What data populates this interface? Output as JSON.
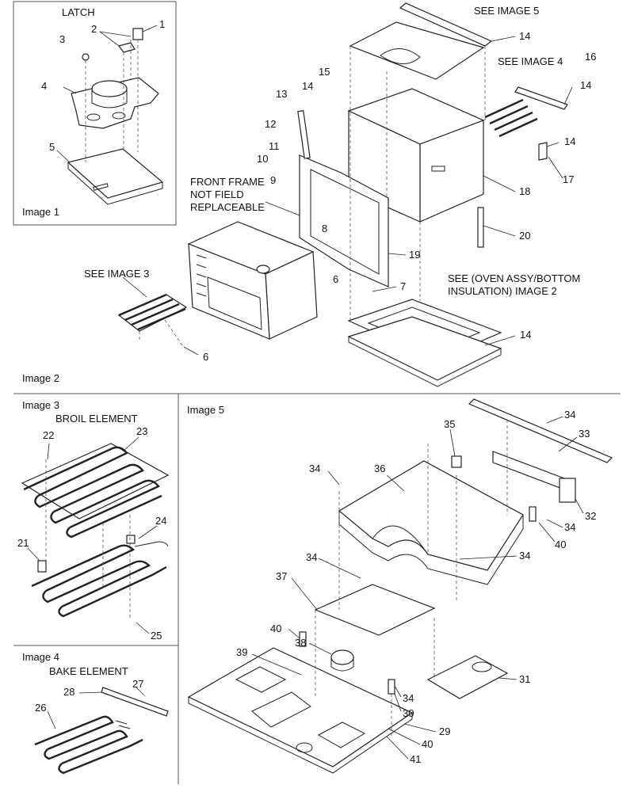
{
  "panels": {
    "image1": {
      "title": "LATCH",
      "caption": "Image 1"
    },
    "image2": {
      "caption": "Image 2"
    },
    "image3": {
      "caption": "Image 3",
      "title": "BROIL ELEMENT"
    },
    "image4": {
      "caption": "Image 4",
      "title": "BAKE ELEMENT"
    },
    "image5": {
      "caption": "Image 5"
    }
  },
  "notes": {
    "see_image_5": "SEE IMAGE 5",
    "see_image_4": "SEE IMAGE 4",
    "see_image_3": "SEE IMAGE 3",
    "front_frame_1": "FRONT FRAME",
    "front_frame_2": "NOT FIELD",
    "front_frame_3": "REPLACEABLE",
    "see_oven_1": "SEE (OVEN ASSY/BOTTOM",
    "see_oven_2": "INSULATION) IMAGE 2"
  },
  "callouts": {
    "img1": [
      "1",
      "2",
      "3",
      "4",
      "5"
    ],
    "img2": [
      "14",
      "16",
      "14",
      "15",
      "14",
      "13",
      "12",
      "14",
      "11",
      "10",
      "9",
      "17",
      "18",
      "8",
      "20",
      "19",
      "6",
      "7",
      "6",
      "14"
    ],
    "img3": [
      "22",
      "23",
      "24",
      "21",
      "25"
    ],
    "img4": [
      "27",
      "28",
      "26"
    ],
    "img5": [
      "34",
      "35",
      "33",
      "34",
      "36",
      "32",
      "34",
      "40",
      "34",
      "34",
      "37",
      "40",
      "38",
      "39",
      "31",
      "34",
      "30",
      "29",
      "40",
      "41"
    ]
  }
}
